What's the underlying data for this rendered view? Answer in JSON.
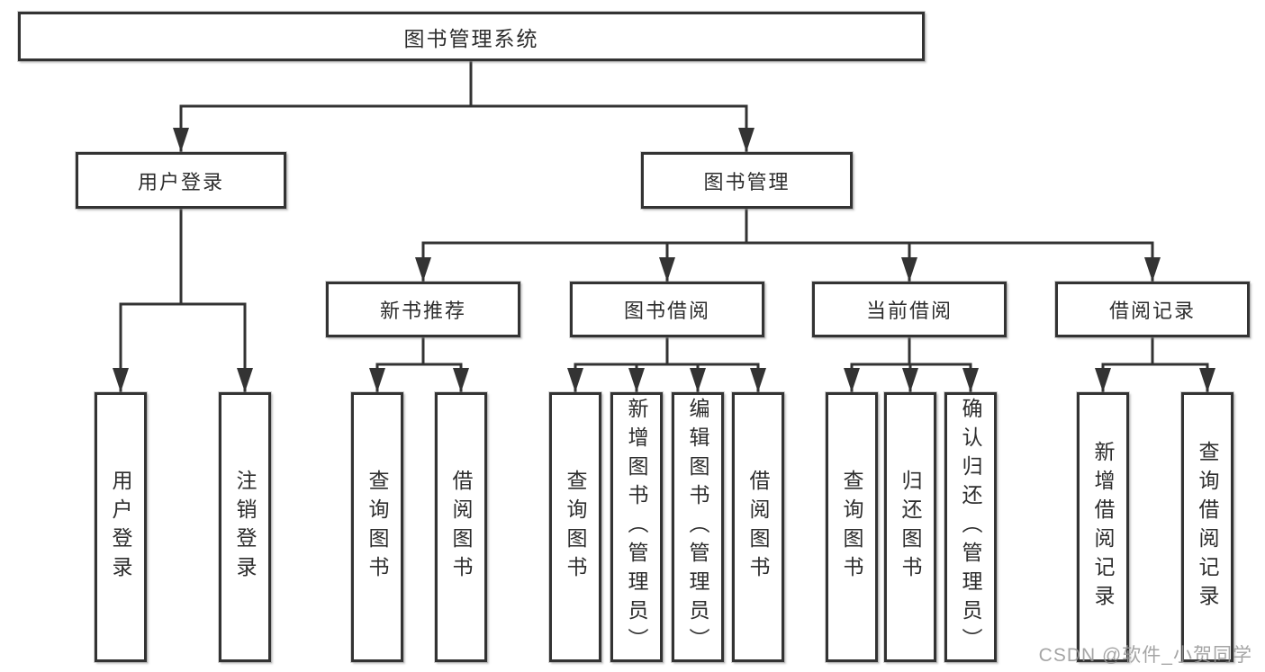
{
  "diagram_title": "图书管理系统",
  "tree": {
    "label": "图书管理系统",
    "children": [
      {
        "label": "用户登录",
        "children": [
          {
            "label": "用户登录"
          },
          {
            "label": "注销登录"
          }
        ]
      },
      {
        "label": "图书管理",
        "children": [
          {
            "label": "新书推荐",
            "children": [
              {
                "label": "查询图书"
              },
              {
                "label": "借阅图书"
              }
            ]
          },
          {
            "label": "图书借阅",
            "children": [
              {
                "label": "查询图书"
              },
              {
                "label": "新增图书（管理员）"
              },
              {
                "label": "编辑图书（管理员）"
              },
              {
                "label": "借阅图书"
              }
            ]
          },
          {
            "label": "当前借阅",
            "children": [
              {
                "label": "查询图书"
              },
              {
                "label": "归还图书"
              },
              {
                "label": "确认归还（管理员）"
              }
            ]
          },
          {
            "label": "借阅记录",
            "children": [
              {
                "label": "新增借阅记录"
              },
              {
                "label": "查询借阅记录"
              }
            ]
          }
        ]
      }
    ]
  },
  "watermark": {
    "text": "CSDN @软件_小贺同学"
  },
  "colors": {
    "background": "#ffffff",
    "line": "#333333",
    "box_border": "#333333",
    "text": "#2d2d2d",
    "watermark": "#999999"
  }
}
